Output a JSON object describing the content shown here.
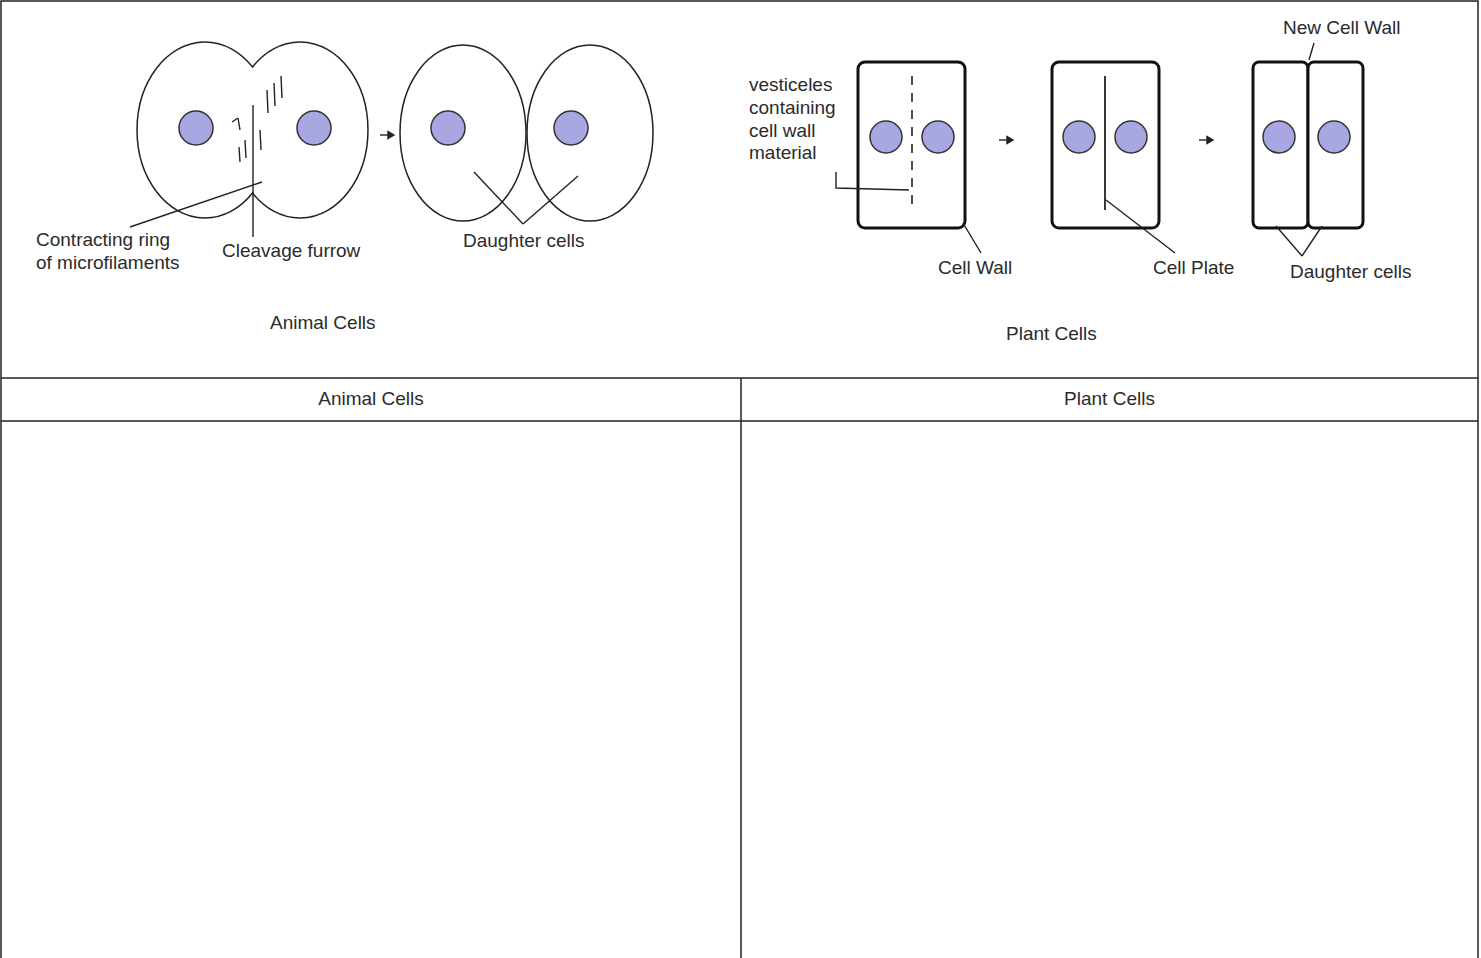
{
  "diagram": {
    "nodes": [
      {
        "text": [
          "Animal Cells"
        ]
      },
      {
        "text": [
          "Plant Cells"
        ]
      }
    ],
    "labels": [
      "Contracting ring of microfilaments",
      "Cleavage furrow",
      "Daughter cells",
      "Animal Cells",
      "vesticeles containing cell wall material",
      "Cell Wall",
      "Cell Plate",
      "New Cell Wall",
      "Daughter cells",
      "Plant Cells"
    ]
  }
}
